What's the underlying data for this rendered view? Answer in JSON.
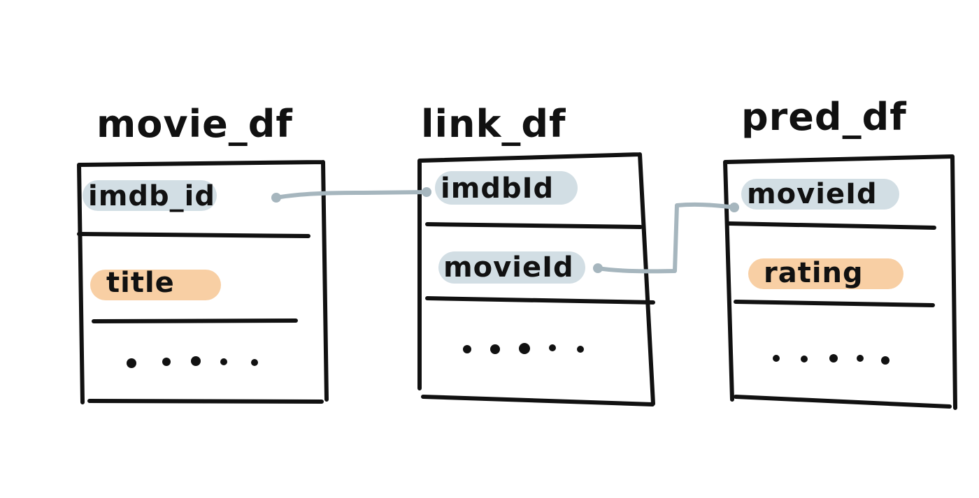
{
  "colors": {
    "key_highlight": "#d2dee4",
    "value_highlight": "#f8cfa4",
    "connector": "#a6b6be",
    "ink": "#111111"
  },
  "tables": [
    {
      "name": "movie_df",
      "fields": [
        {
          "label": "imdb_id",
          "kind": "key"
        },
        {
          "label": "title",
          "kind": "value"
        }
      ],
      "ellipsis": "....."
    },
    {
      "name": "link_df",
      "fields": [
        {
          "label": "imdbId",
          "kind": "key"
        },
        {
          "label": "movieId",
          "kind": "key"
        }
      ],
      "ellipsis": "....."
    },
    {
      "name": "pred_df",
      "fields": [
        {
          "label": "movieId",
          "kind": "key"
        },
        {
          "label": "rating",
          "kind": "value"
        }
      ],
      "ellipsis": "....."
    }
  ],
  "connections": [
    {
      "from": "movie_df.imdb_id",
      "to": "link_df.imdbId"
    },
    {
      "from": "link_df.movieId",
      "to": "pred_df.movieId"
    }
  ]
}
